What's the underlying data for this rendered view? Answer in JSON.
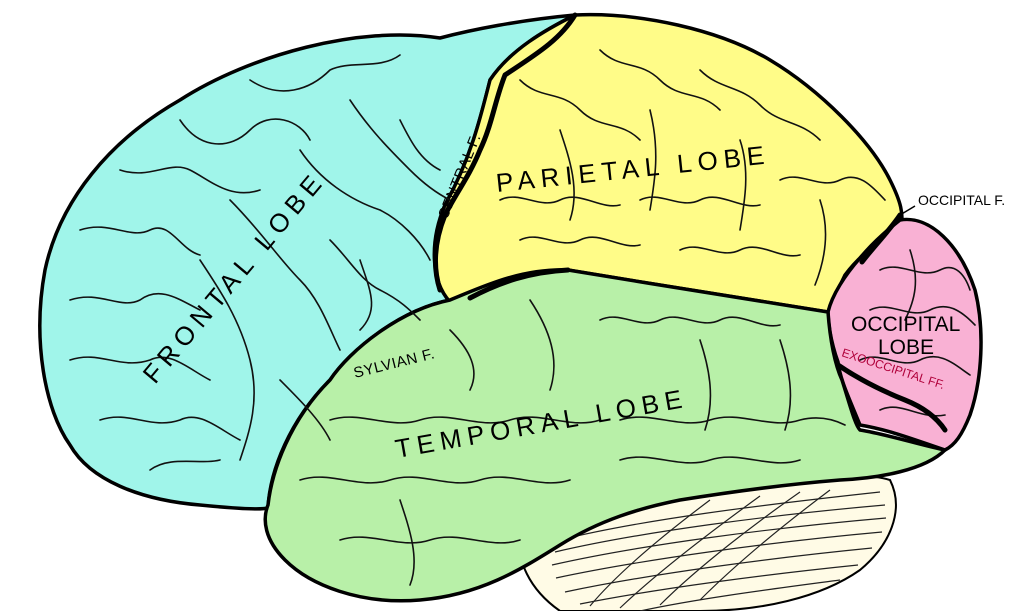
{
  "diagram": {
    "labels": {
      "frontal_lobe": "FRONTAL LOBE",
      "parietal_lobe": "PARIETAL LOBE",
      "temporal_lobe": "TEMPORAL LOBE",
      "occipital_lobe_line1": "OCCIPITAL",
      "occipital_lobe_line2": "LOBE",
      "central_fissure": "CENTRAL F.",
      "sylvian_fissure": "SYLVIAN F.",
      "occipital_fissure": "OCCIPITAL F.",
      "exooccipital_fissure": "EXOOCCIPITAL FF."
    },
    "colors": {
      "frontal": "#a0f5ea",
      "parietal": "#fffc88",
      "temporal": "#b8f0a8",
      "occipital": "#f9b1d4",
      "cerebellum": "#fffbe6",
      "exooccipital_text": "#b0003a"
    }
  }
}
